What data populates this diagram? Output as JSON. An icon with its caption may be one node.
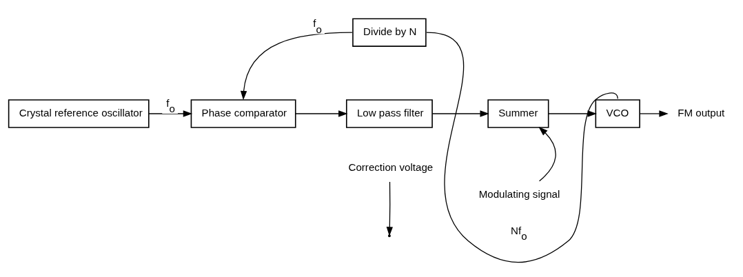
{
  "diagram": {
    "nodes": [
      {
        "text": [
          "Crystal reference oscillator"
        ]
      },
      {
        "text": [
          "Phase comparator"
        ]
      },
      {
        "text": [
          "Low pass filter"
        ]
      },
      {
        "text": [
          "Summer"
        ]
      },
      {
        "text": [
          "VCO"
        ]
      },
      {
        "text": [
          "Divide by N"
        ]
      },
      {
        "text": [
          "FM output"
        ]
      },
      {
        "text": [
          "Correction voltage"
        ]
      },
      {
        "text": [
          "Modulating signal"
        ]
      }
    ],
    "edges": [
      {
        "from": 0,
        "to": 1,
        "arrow": "to",
        "label": "f$_{o}$"
      },
      {
        "from": 1,
        "to": 2,
        "arrow": "to"
      },
      {
        "from": 2,
        "to": 3,
        "arrow": "to"
      },
      {
        "from": 3,
        "to": 4,
        "arrow": "to"
      },
      {
        "from": 4,
        "to": 6,
        "arrow": "to"
      },
      {
        "from": 4,
        "to": 5,
        "arrow": "none",
        "label": "Nf$_{o}$"
      },
      {
        "from": 5,
        "to": 1,
        "arrow": "to",
        "label": "f$_{o}$"
      },
      {
        "from": 7,
        "to": null,
        "arrow": "to"
      },
      {
        "from": 8,
        "to": 3,
        "arrow": "to"
      }
    ]
  }
}
